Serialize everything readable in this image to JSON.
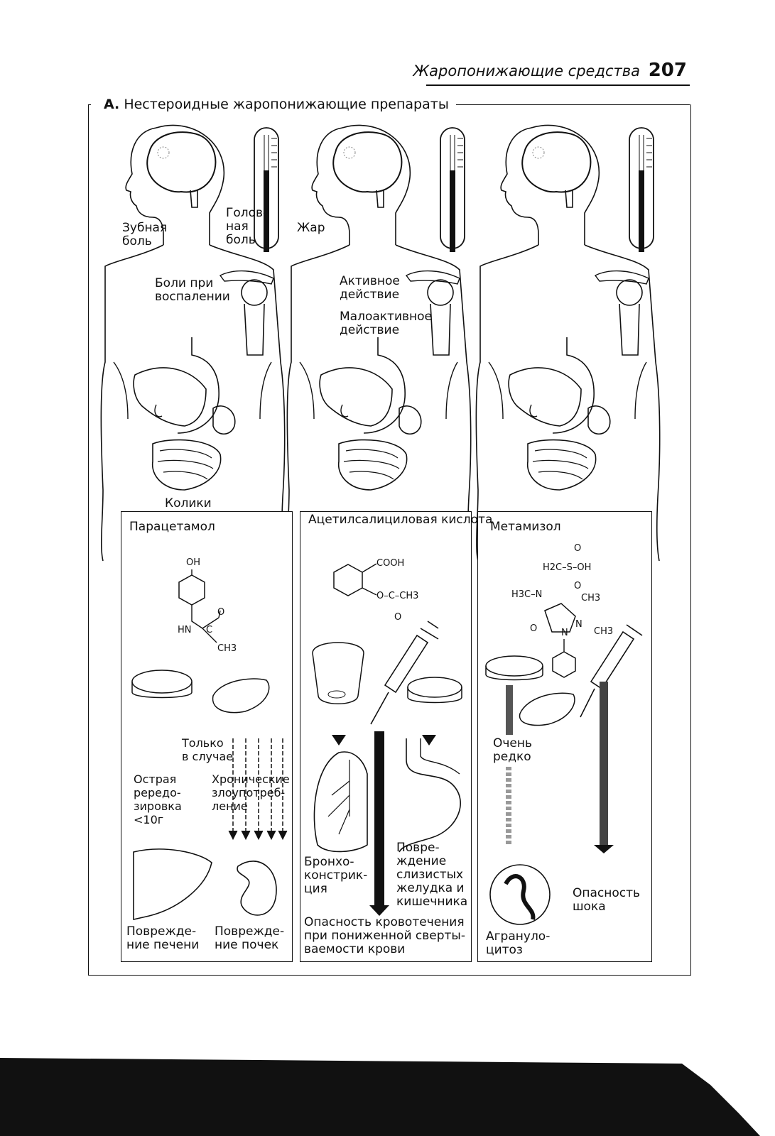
{
  "header": {
    "title": "Жаропонижающие средства",
    "page": "207"
  },
  "section": {
    "letter": "A.",
    "title": "Нестероидные жаропонижающие препараты"
  },
  "body_labels": {
    "toothache": "Зубная\nболь",
    "headache": "Голов-\nная\nболь",
    "fever": "Жар",
    "inflammation_pain": "Боли при\nвоспалении",
    "active": "Активное\nдействие",
    "low_active": "Малоактивное\nдействие",
    "colic": "Колики"
  },
  "panels": [
    {
      "drug": "Парацетамол",
      "chem": {
        "oh": "OH",
        "o": "O",
        "hn": "HN",
        "c": "C",
        "ch3": "CH3"
      },
      "only_case": "Только\nв случае",
      "acute": "Острая\npередо-\nзировка\n<10г",
      "chronic": "Хронические\nзлоупотреб-\nление",
      "liver": "Поврежде-\nние печени",
      "kidney": "Поврежде-\nние почек"
    },
    {
      "drug": "Ацетилсалициловая\nкислота",
      "chem": {
        "cooh": "COOH",
        "ester": "O–C–CH3",
        "o": "O"
      },
      "broncho": "Бронхо-\nконстрик-\nция",
      "mucosa": "Повре-\nждение\nслизистых\nжелудка и\nкишечника",
      "bleeding": "Опасность кровотечения\nпри пониженной сверты-\nваемости крови"
    },
    {
      "drug": "Метамизол",
      "chem": {
        "o_top": "O",
        "h2c": "H2C–S–OH",
        "o_mid": "O",
        "h3cn": "H3C–N",
        "ch3a": "CH3",
        "o_left": "O",
        "n1": "N",
        "n2": "N",
        "ch3b": "CH3"
      },
      "rare": "Очень\nредко",
      "agranulocytosis": "Агрануло-\nцитоз",
      "shock": "Опасность\nшока"
    }
  ]
}
